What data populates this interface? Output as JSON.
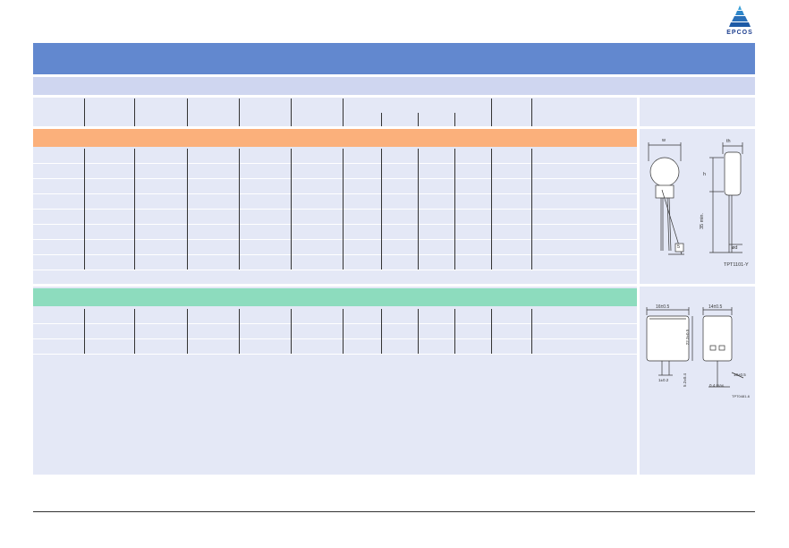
{
  "brand": {
    "name": "EPCOS",
    "color": "#1d3f8f"
  },
  "colors": {
    "title_bar": "#6288cf",
    "sub_bar": "#cfd6f0",
    "table_bg": "#e4e8f6",
    "section1_band": "#fbb07b",
    "section2_band": "#8ddcbe"
  },
  "figures": {
    "disc": {
      "icon": "disc-thermistor-drawing",
      "w_label": "w",
      "th_label": "th",
      "h_label": "h",
      "lead_len_label": "35 min.",
      "pitch_label": "5",
      "dia_label": "ød",
      "code": "TPT1101-Y"
    },
    "block": {
      "icon": "block-thermistor-drawing",
      "width_label": "16±0.5",
      "depth_label": "14±0.5",
      "height_label": "22.3±0.5",
      "lead_label": "5.2±0.4",
      "pitch_label": "1±0.2",
      "side_label": "10±0.5",
      "max_label": "0.4 max.",
      "code": "TPT0481-6"
    }
  }
}
